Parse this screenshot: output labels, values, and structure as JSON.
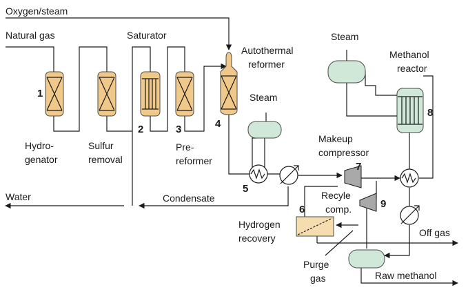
{
  "streams": {
    "oxygen_steam": "Oxygen/steam",
    "natural_gas": "Natural gas",
    "water": "Water",
    "condensate": "Condensate",
    "steam_top": "Steam",
    "steam_mid": "Steam",
    "off_gas": "Off gas",
    "raw_methanol": "Raw methanol",
    "purge_gas_1": "Purge",
    "purge_gas_2": "gas"
  },
  "units": {
    "saturator": "Saturator",
    "autothermal_1": "Autothermal",
    "autothermal_2": "reformer",
    "hydrogenator_1": "Hydro-",
    "hydrogenator_2": "genator",
    "sulfur_1": "Sulfur",
    "sulfur_2": "removal",
    "prereformer_1": "Pre-",
    "prereformer_2": "reformer",
    "methanol_reactor_1": "Methanol",
    "methanol_reactor_2": "reactor",
    "makeup_1": "Makeup",
    "makeup_2": "compressor",
    "recycle_1": "Recyle",
    "recycle_2": "comp.",
    "hydrogen_1": "Hydrogen",
    "hydrogen_2": "recovery"
  },
  "numbers": {
    "n1": "1",
    "n2": "2",
    "n3": "3",
    "n4": "4",
    "n5": "5",
    "n6": "6",
    "n7": "7",
    "n8": "8",
    "n9": "9"
  },
  "colors": {
    "reactor_fill": "#f0c98a",
    "separator_fill": "#cfe8d7",
    "membrane_fill": "#f6ddb0",
    "compressor_fill": "#a9a9a9",
    "line": "#1a1a1a"
  }
}
